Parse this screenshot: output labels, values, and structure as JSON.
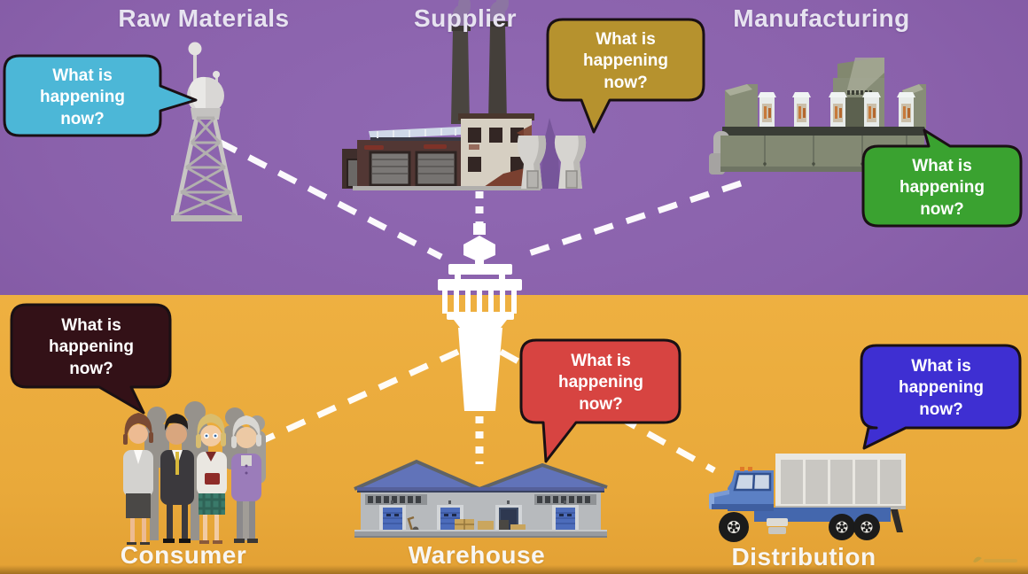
{
  "scene": {
    "description": "Supply chain visibility diagram: a central control tower connected by dashed lines to six supply-chain nodes, each asking the same question",
    "colors": {
      "background_top": "#8a61ab",
      "background_bottom": "#e9a93a",
      "connector_line": "#ffffff",
      "hub_tower": "#ffffff",
      "bubble_outline": "#1a1014",
      "bubble_text": "#ffffff",
      "label_top": "#e7e3f0",
      "label_bottom": "#f8f6f2"
    }
  },
  "nodes": [
    {
      "id": "raw-materials",
      "label": "Raw Materials",
      "zone": "top",
      "icon": "radio-tower",
      "bubble": {
        "text": "What is happening now?",
        "color": "#4cb7d7"
      }
    },
    {
      "id": "supplier",
      "label": "Supplier",
      "zone": "top",
      "icon": "factory",
      "bubble": {
        "text": "What is happening now?",
        "color": "#b6922e"
      }
    },
    {
      "id": "manufacturing",
      "label": "Manufacturing",
      "zone": "top",
      "icon": "assembly-line",
      "bubble": {
        "text": "What is happening now?",
        "color": "#3aa230"
      }
    },
    {
      "id": "consumer",
      "label": "Consumer",
      "zone": "bottom",
      "icon": "people-group",
      "bubble": {
        "text": "What is happening now?",
        "color": "#331117"
      }
    },
    {
      "id": "warehouse",
      "label": "Warehouse",
      "zone": "bottom",
      "icon": "warehouse-building",
      "bubble": {
        "text": "What is happening now?",
        "color": "#d74441"
      }
    },
    {
      "id": "distribution",
      "label": "Distribution",
      "zone": "bottom",
      "icon": "truck",
      "bubble": {
        "text": "What is happening now?",
        "color": "#3e2fd2"
      }
    }
  ],
  "hub": {
    "id": "control-tower",
    "connections": [
      {
        "from": "control-tower",
        "to": "raw-materials",
        "style": "dashed"
      },
      {
        "from": "control-tower",
        "to": "supplier",
        "style": "dotted"
      },
      {
        "from": "control-tower",
        "to": "manufacturing",
        "style": "dashed"
      },
      {
        "from": "control-tower",
        "to": "consumer",
        "style": "dashed"
      },
      {
        "from": "control-tower",
        "to": "warehouse",
        "style": "dotted"
      },
      {
        "from": "control-tower",
        "to": "distribution",
        "style": "dashed"
      }
    ]
  }
}
